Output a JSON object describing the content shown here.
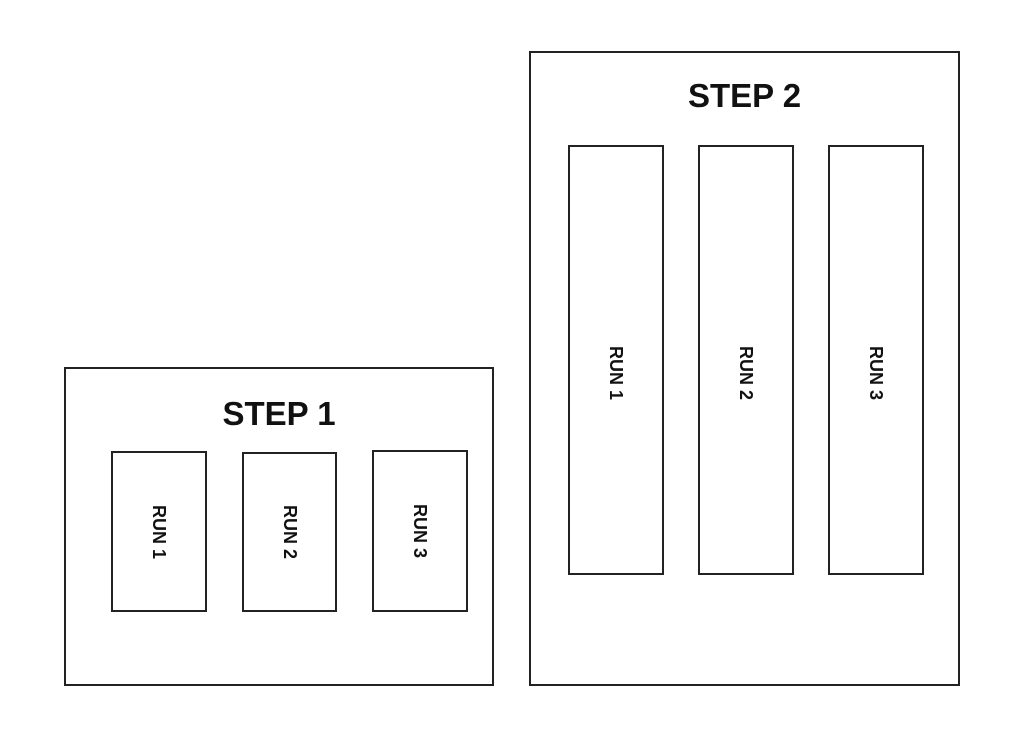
{
  "steps": [
    {
      "title": "STEP 1",
      "runs": [
        {
          "label": "RUN 1"
        },
        {
          "label": "RUN 2"
        },
        {
          "label": "RUN 3"
        }
      ]
    },
    {
      "title": "STEP 2",
      "runs": [
        {
          "label": "RUN 1"
        },
        {
          "label": "RUN 2"
        },
        {
          "label": "RUN 3"
        }
      ]
    }
  ]
}
